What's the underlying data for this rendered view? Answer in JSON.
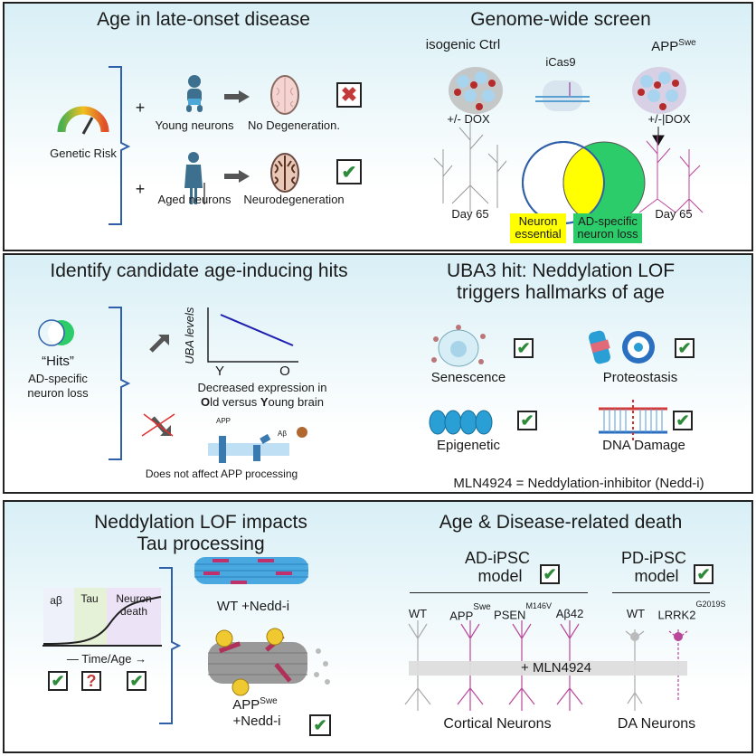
{
  "panel1": {
    "title_left": "Age in late-onset disease",
    "genetic_risk": "Genetic Risk",
    "plus": "+",
    "young_neurons": "Young neurons",
    "no_degeneration": "No Degeneration.",
    "aged_neurons": "Aged neurons",
    "neurodegeneration": "Neurodegeneration",
    "title_right": "Genome-wide screen",
    "isogenic_ctrl": "isogenic Ctrl",
    "icas9": "iCas9",
    "app": "APP",
    "swe": "Swe",
    "dox_left": "+/- DOX",
    "dox_right": "+/-|DOX",
    "day65": "Day 65",
    "neuron_essential": "Neuron essential",
    "ad_specific_loss": "AD-specific neuron loss"
  },
  "panel2": {
    "title_left": "Identify candidate age-inducing hits",
    "hits": "“Hits”",
    "ad_specific": "AD-specific",
    "neuron_loss": "neuron loss",
    "chart_ylabel": "UBA levels",
    "chart_x_young": "Y",
    "chart_x_old": "O",
    "decreased_1": "Decreased expression in",
    "decreased_2_o": "O",
    "decreased_2_mid": "ld versus ",
    "decreased_2_y": "Y",
    "decreased_2_end": "oung brain",
    "app_label": "APP",
    "abeta_label": "Aβ",
    "no_app": "Does not affect APP processing",
    "title_right_1": "UBA3 hit: Neddylation LOF",
    "title_right_2": "triggers hallmarks of age",
    "senescence": "Senescence",
    "proteostasis": "Proteostasis",
    "epigenetic": "Epigenetic",
    "dna_damage": "DNA Damage",
    "mln": "MLN4924 = Neddylation-inhibitor (Nedd-i)"
  },
  "panel3": {
    "title_left_1": "Neddylation LOF impacts",
    "title_left_2": "Tau processing",
    "phase_abeta": "aβ",
    "phase_tau": "Tau",
    "phase_death_1": "Neuron",
    "phase_death_2": "death",
    "time_age": "Time/Age",
    "question": "?",
    "wt_nedd": "WT +Nedd-i",
    "app": "APP",
    "swe": "Swe",
    "nedd": "+Nedd-i",
    "title_right": "Age & Disease-related death",
    "ad_ipsc": "AD-iPSC",
    "pd_ipsc": "PD-iPSC",
    "model": "model",
    "wt": "WT",
    "psen": "PSEN",
    "m146v": "M146V",
    "ab42": "Aβ42",
    "lrrk2": "LRRK2",
    "g2019s": "G2019S",
    "mln_band": "+ MLN4924",
    "cortical": "Cortical Neurons",
    "da": "DA Neurons"
  },
  "icons": {
    "check": "✔",
    "cross": "✖"
  },
  "colors": {
    "bracket": "#2f5fa8",
    "yellow": "#ffff00",
    "green": "#2dcc6a",
    "check": "#2e8b3a",
    "cross": "#c23a3a",
    "neuron_pink": "#b8479a"
  }
}
